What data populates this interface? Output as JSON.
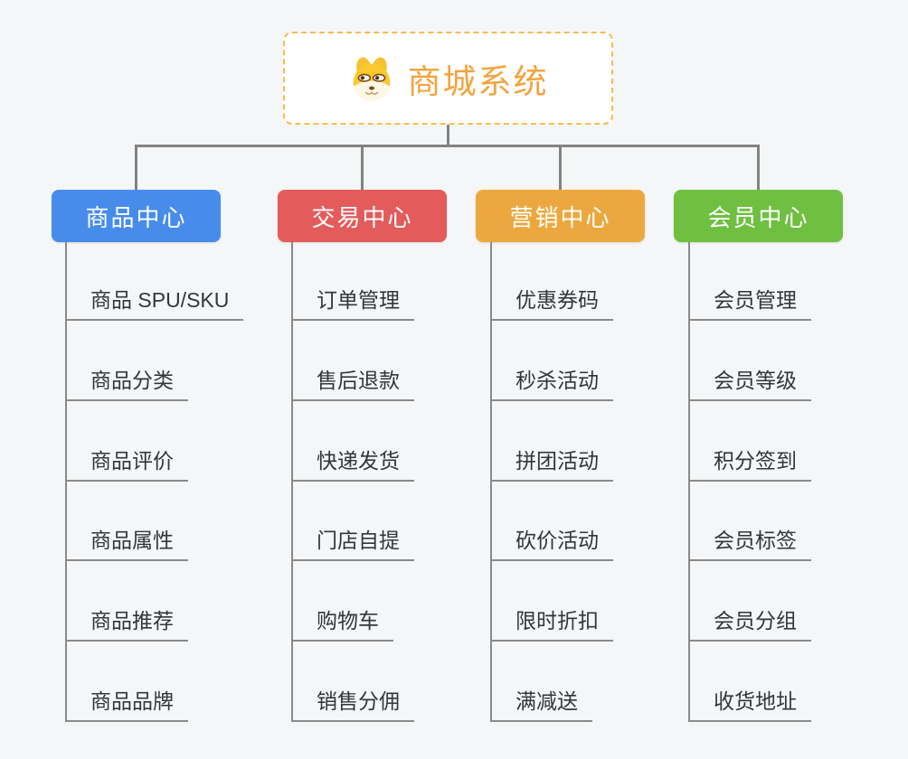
{
  "root": {
    "title": "商城系统",
    "icon": "shiba-dog-icon",
    "title_color": "#f2a440",
    "border_color": "#f6bd4f",
    "background": "#ffffff"
  },
  "connector_color": "#828282",
  "child_text_color": "#32363b",
  "canvas_background": "#f5f6f7",
  "branches": [
    {
      "label": "商品中心",
      "color": "#478ceb",
      "children": [
        "商品 SPU/SKU",
        "商品分类",
        "商品评价",
        "商品属性",
        "商品推荐",
        "商品品牌"
      ]
    },
    {
      "label": "交易中心",
      "color": "#e35b5b",
      "children": [
        "订单管理",
        "售后退款",
        "快递发货",
        "门店自提",
        "购物车",
        "销售分佣"
      ]
    },
    {
      "label": "营销中心",
      "color": "#eca83e",
      "children": [
        "优惠券码",
        "秒杀活动",
        "拼团活动",
        "砍价活动",
        "限时折扣",
        "满减送"
      ]
    },
    {
      "label": "会员中心",
      "color": "#6fc041",
      "children": [
        "会员管理",
        "会员等级",
        "积分签到",
        "会员标签",
        "会员分组",
        "收货地址"
      ]
    }
  ]
}
